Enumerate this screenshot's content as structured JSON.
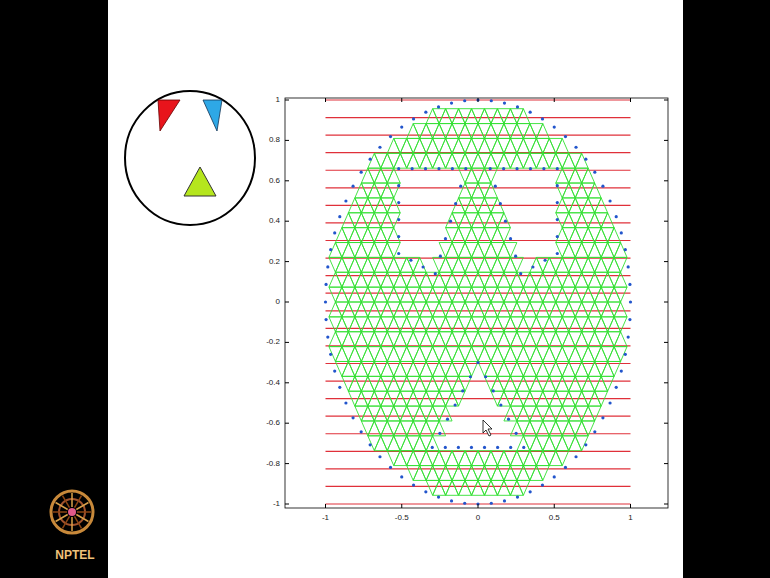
{
  "diagram": {
    "labels": [
      "1",
      "0.8",
      "0.6",
      "0.4",
      "0.2",
      "0",
      "-0.2",
      "-0.4",
      "-0.6",
      "-0.8",
      "-1",
      "-1",
      "-0.5",
      "0",
      "0.5",
      "1",
      "NPTEL"
    ]
  }
}
